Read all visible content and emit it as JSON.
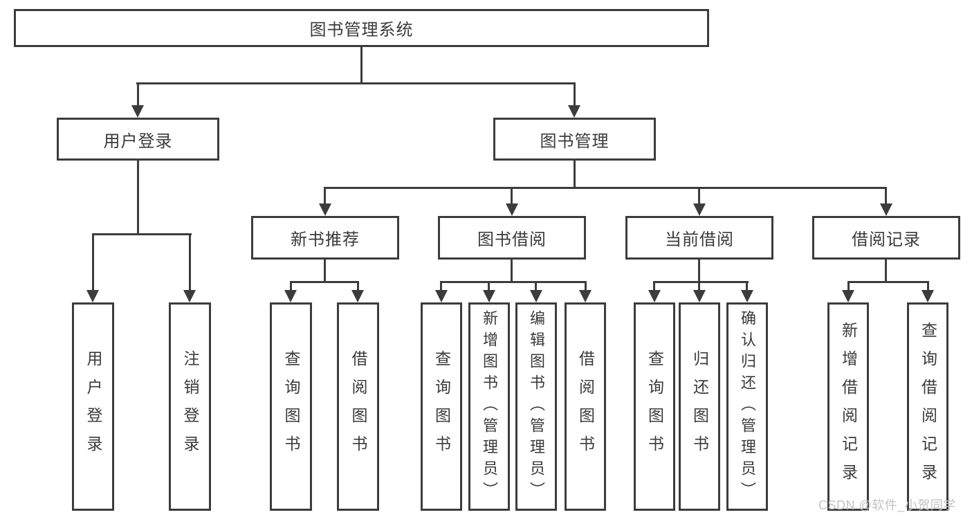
{
  "tree": {
    "label": "图书管理系统",
    "children": [
      {
        "label": "用户登录",
        "children": [
          {
            "label": "用户登录"
          },
          {
            "label": "注销登录"
          }
        ]
      },
      {
        "label": "图书管理",
        "children": [
          {
            "label": "新书推荐",
            "children": [
              {
                "label": "查询图书"
              },
              {
                "label": "借阅图书"
              }
            ]
          },
          {
            "label": "图书借阅",
            "children": [
              {
                "label": "查询图书"
              },
              {
                "label": "新增图书（管理员）"
              },
              {
                "label": "编辑图书（管理员）"
              },
              {
                "label": "借阅图书"
              }
            ]
          },
          {
            "label": "当前借阅",
            "children": [
              {
                "label": "查询图书"
              },
              {
                "label": "归还图书"
              },
              {
                "label": "确认归还（管理员）"
              }
            ]
          },
          {
            "label": "借阅记录",
            "children": [
              {
                "label": "新增借阅记录"
              },
              {
                "label": "查询借阅记录"
              }
            ]
          }
        ]
      }
    ]
  },
  "watermark": {
    "text": "CSDN @软件_小贺同学"
  },
  "colors": {
    "line": "#3c3c3c",
    "box_border": "#3c3c3c",
    "text": "#3a3a3a",
    "background": "#ffffff",
    "watermark": "#c3c3c3"
  }
}
